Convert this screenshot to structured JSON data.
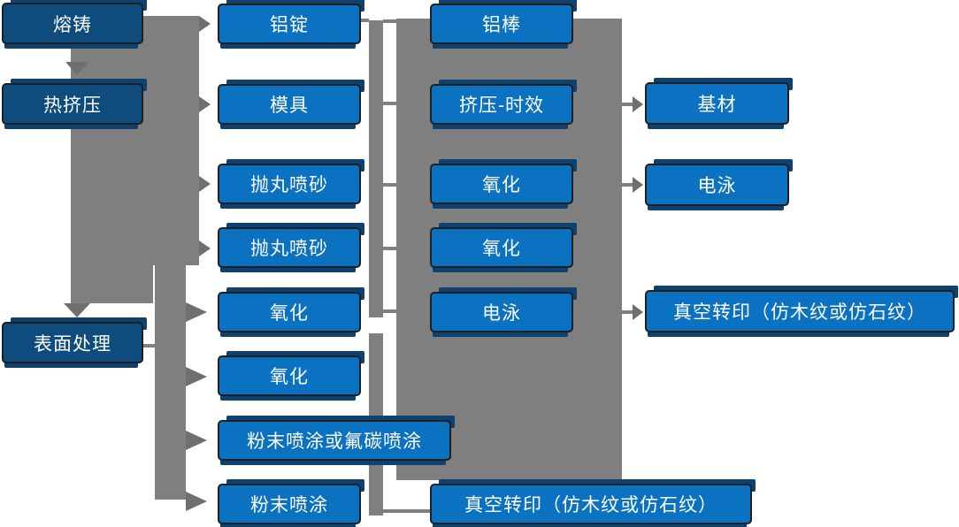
{
  "nodes": {
    "melt": "熔铸",
    "hot_extrusion": "热挤压",
    "surface_treatment": "表面处理",
    "al_ingot": "铝锭",
    "mold": "模具",
    "shot_blast_1": "抛丸喷砂",
    "shot_blast_2": "抛丸喷砂",
    "oxidation_1": "氧化",
    "oxidation_2": "氧化",
    "powder_or_fluorocarbon": "粉末喷涂或氟碳喷涂",
    "powder_coating": "粉末喷涂",
    "al_rod": "铝棒",
    "extrusion_aging": "挤压-时效",
    "oxidation_3": "氧化",
    "oxidation_4": "氧化",
    "electrophoresis_1": "电泳",
    "vacuum_transfer_1": "真空转印（仿木纹或仿石纹）",
    "base_material": "基材",
    "electrophoresis_2": "电泳",
    "vacuum_transfer_2": "真空转印（仿木纹或仿石纹）"
  },
  "colors": {
    "box_blue": "#0b71c1",
    "box_dark_blue": "#0e4c7d",
    "accent_navy": "#0c4170",
    "connector_gray": "#7f7f7f",
    "arrow_gray": "#6f6f6f",
    "outline_dark": "#1f1f1f",
    "text_white": "#ffffff",
    "background": "#ffffff"
  }
}
